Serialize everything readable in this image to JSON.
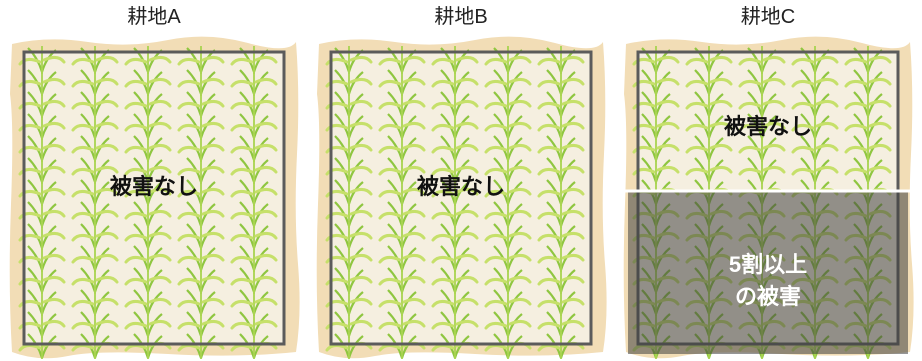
{
  "fields": [
    {
      "title": "耕地A",
      "label": "被害なし"
    },
    {
      "title": "耕地B",
      "label": "被害なし"
    },
    {
      "title": "耕地C",
      "top_label": "被害なし",
      "bottom_label_line1": "5割以上",
      "bottom_label_line2": "の被害"
    }
  ],
  "colors": {
    "border_beige": "#f2ddb6",
    "field_bg": "#f5efe0",
    "rice_green": "#8fc640",
    "rice_light": "#c6e06a",
    "frame": "#5b5b5b",
    "damage_overlay": "#4a4a4a"
  }
}
